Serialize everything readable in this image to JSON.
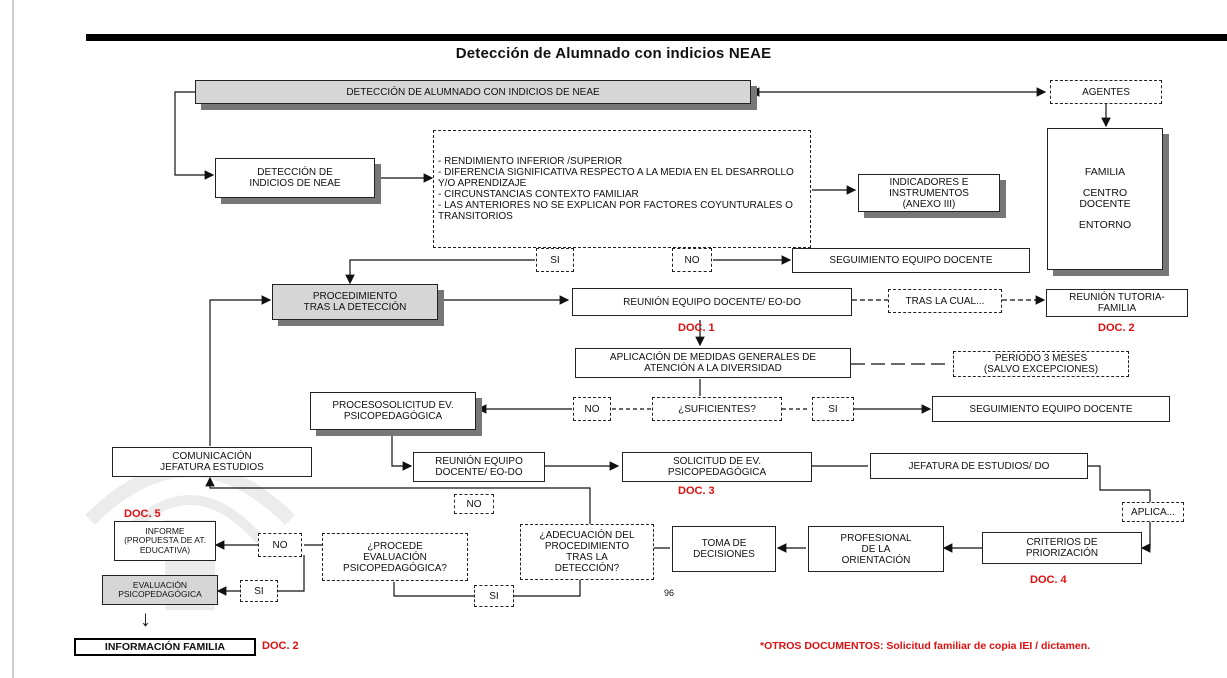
{
  "title": "Detección de Alumnado con indicios NEAE",
  "boxes": {
    "deteccion": "DETECCIÓN DE ALUMNADO CON INDICIOS DE NEAE",
    "agentes": "AGENTES",
    "agentes_list": [
      "FAMILIA",
      "CENTRO DOCENTE",
      "ENTORNO"
    ],
    "deteccion_indicios": "DETECCIÓN DE INDICIOS DE NEAE",
    "criterios_list": [
      "- RENDIMIENTO INFERIOR /SUPERIOR",
      "- DIFERENCIA SIGNIFICATIVA RESPECTO A LA MEDIA EN EL DESARROLLO Y/O APRENDIZAJE",
      "- CIRCUNSTANCIAS CONTEXTO FAMILIAR",
      "- LAS ANTERIORES NO SE EXPLICAN POR FACTORES COYUNTURALES O TRANSITORIOS"
    ],
    "indicadores": "INDICADORES E INSTRUMENTOS (ANEXO III)",
    "si1": "SI",
    "no1": "NO",
    "seguimiento1": "SEGUIMIENTO EQUIPO DOCENTE",
    "procedimiento": "PROCEDIMIENTO TRAS LA DETECCIÓN",
    "reunion_equipo": "REUNIÓN EQUIPO DOCENTE/ EO-DO",
    "tras_la_cual": "TRAS LA CUAL...",
    "reunion_tutoria": "REUNIÓN TUTORIA-FAMILIA",
    "aplicacion_medidas": "APLICACIÓN DE MEDIDAS GENERALES DE ATENCIÓN A LA DIVERSIDAD",
    "periodo": "PERIODO 3 MESES (SALVO EXCEPCIONES)",
    "proceso_solicitud": "PROCESOSOLICITUD EV. PSICOPEDAGÓGICA",
    "no2": "NO",
    "suficientes": "¿SUFICIENTES?",
    "si2": "SI",
    "seguimiento2": "SEGUIMIENTO EQUIPO DOCENTE",
    "comunicacion": "COMUNICACIÓN JEFATURA ESTUDIOS",
    "reunion_equipo2": "REUNIÓN EQUIPO DOCENTE/ EO-DO",
    "solicitud_ev": "SOLICITUD DE EV. PSICOPEDAGÓGICA",
    "jefatura": "JEFATURA DE ESTUDIOS/ DO",
    "no3": "NO",
    "aplica": "APLICA...",
    "informe": "INFORME (PROPUESTA DE AT. EDUCATIVA)",
    "no4": "NO",
    "procede": "¿PROCEDE EVALUACIÓN PSICOPEDAGÓGICA?",
    "adecuacion": "¿ADECUACIÓN DEL PROCEDIMIENTO TRAS LA DETECCIÓN?",
    "toma": "TOMA DE DECISIONES",
    "profesional": "PROFESIONAL DE LA ORIENTACIÓN",
    "criterios_prior": "CRITERIOS DE PRIORIZACIÓN",
    "evaluacion": "EVALUACIÓN PSICOPEDAGÓGICA",
    "si3": "SI",
    "si4": "SI",
    "informacion_familia": "INFORMACIÓN FAMILIA"
  },
  "docs": {
    "doc1": "DOC. 1",
    "doc2a": "DOC. 2",
    "doc3": "DOC. 3",
    "doc4": "DOC. 4",
    "doc5": "DOC. 5",
    "doc2b": "DOC. 2"
  },
  "page_number": "96",
  "footnote": "*OTROS DOCUMENTOS: Solicitud familiar de copia IEI / dictamen."
}
